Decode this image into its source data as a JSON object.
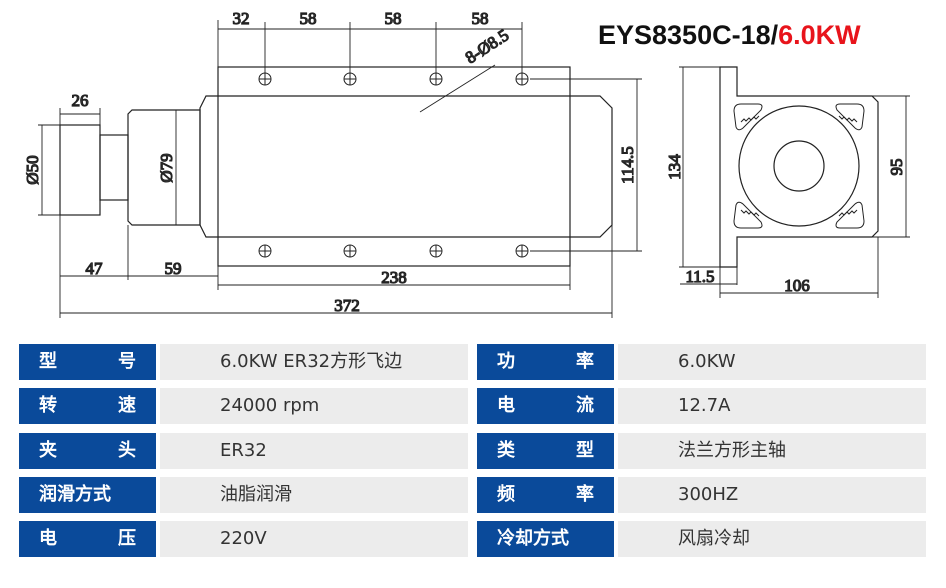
{
  "title": {
    "model": "EYS8350C-18/",
    "power": "6.0KW",
    "power_color": "#e8141b"
  },
  "dimensions": {
    "top": [
      "32",
      "58",
      "58",
      "58"
    ],
    "holes": "8-Ø8.5",
    "collet_len": "26",
    "collet_dia": "Ø50",
    "nose_dia": "Ø79",
    "height_holes": "114.5",
    "len_47": "47",
    "len_59": "59",
    "len_238": "238",
    "len_372": "372",
    "side_134": "134",
    "side_95": "95",
    "side_11_5": "11.5",
    "side_106": "106"
  },
  "specs": [
    {
      "label": [
        "型",
        "号"
      ],
      "value": "6.0KW ER32方形飞边",
      "label2": [
        "功",
        "率"
      ],
      "value2": "6.0KW"
    },
    {
      "label": [
        "转",
        "速"
      ],
      "value": "24000 rpm",
      "label2": [
        "电",
        "流"
      ],
      "value2": "12.7A"
    },
    {
      "label": [
        "夹",
        "头"
      ],
      "value": "ER32",
      "label2": [
        "类",
        "型"
      ],
      "value2": "法兰方形主轴"
    },
    {
      "label": [
        "润滑方式"
      ],
      "value": "油脂润滑",
      "label2": [
        "频",
        "率"
      ],
      "value2": "300HZ"
    },
    {
      "label": [
        "电",
        "压"
      ],
      "value": "220V",
      "label2": [
        "冷却方式"
      ],
      "value2": "风扇冷却"
    }
  ],
  "colors": {
    "label_bg": "#0a4a9a",
    "value_bg": "#ececec"
  }
}
